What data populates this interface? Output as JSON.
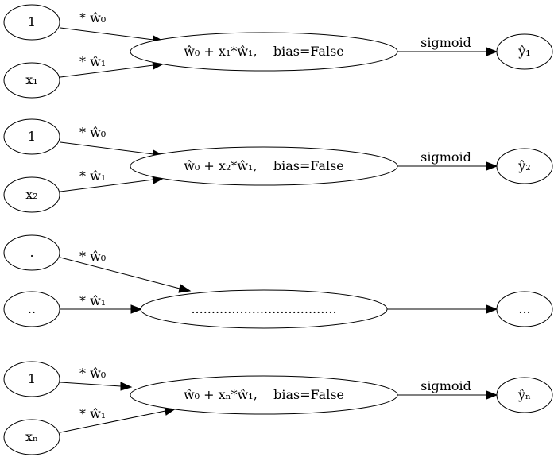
{
  "rows": [
    {
      "inputs": [
        "1",
        "x₁"
      ],
      "weights": [
        "* ŵ₀",
        "* ŵ₁"
      ],
      "node": "ŵ₀ + x₁*ŵ₁,    bias=False",
      "activation": "sigmoid",
      "output": "ŷ₁"
    },
    {
      "inputs": [
        "1",
        "x₂"
      ],
      "weights": [
        "* ŵ₀",
        "* ŵ₁"
      ],
      "node": "ŵ₀ + x₂*ŵ₁,    bias=False",
      "activation": "sigmoid",
      "output": "ŷ₂"
    },
    {
      "inputs": [
        ".",
        ".."
      ],
      "weights": [
        "* ŵ₀",
        "* ŵ₁"
      ],
      "node": "....................................",
      "activation": "",
      "output": "..."
    },
    {
      "inputs": [
        "1",
        "xₙ"
      ],
      "weights": [
        "* ŵ₀",
        "* ŵ₁"
      ],
      "node": "ŵ₀ + xₙ*ŵ₁,    bias=False",
      "activation": "sigmoid",
      "output": "ŷₙ"
    }
  ]
}
